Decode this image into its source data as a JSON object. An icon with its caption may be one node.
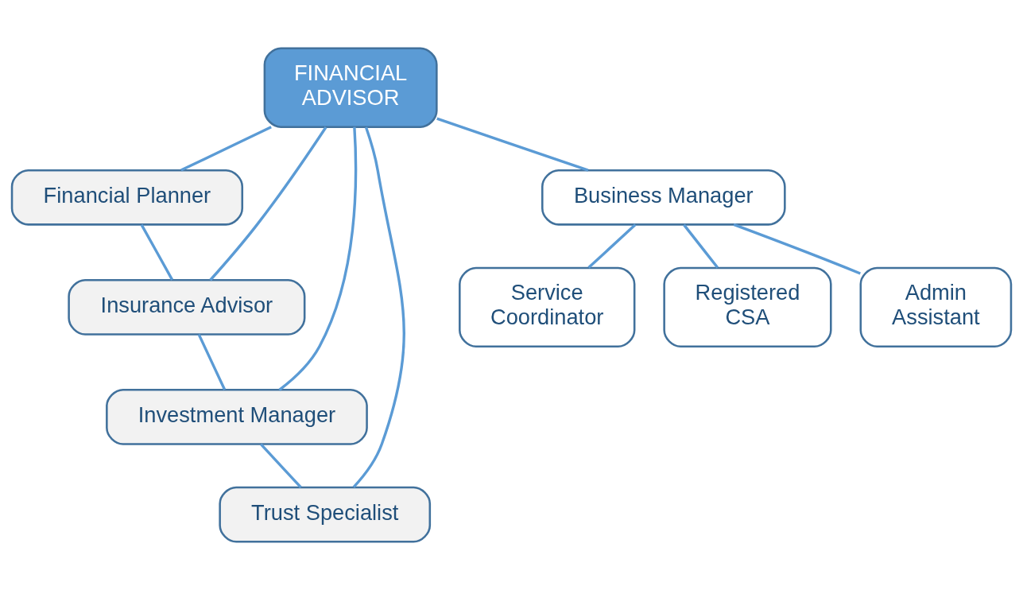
{
  "diagram": {
    "nodes": [
      {
        "text": [
          "FINANCIAL ADVISOR"
        ]
      },
      {
        "text": [
          "Financial Planner"
        ]
      },
      {
        "text": [
          "Insurance Advisor"
        ]
      },
      {
        "text": [
          "Investment Manager"
        ]
      },
      {
        "text": [
          "Trust Specialist"
        ]
      },
      {
        "text": [
          "Business Manager"
        ]
      },
      {
        "text": [
          "Service Coordinator"
        ]
      },
      {
        "text": [
          "Registered CSA"
        ]
      },
      {
        "text": [
          "Admin Assistant"
        ]
      }
    ],
    "edges": [
      {
        "from": 0,
        "to": 1,
        "arrow": "none"
      },
      {
        "from": 0,
        "to": 2,
        "arrow": "none"
      },
      {
        "from": 0,
        "to": 3,
        "arrow": "none"
      },
      {
        "from": 0,
        "to": 4,
        "arrow": "none"
      },
      {
        "from": 1,
        "to": 2,
        "arrow": "none"
      },
      {
        "from": 2,
        "to": 3,
        "arrow": "none"
      },
      {
        "from": 3,
        "to": 4,
        "arrow": "none"
      },
      {
        "from": 0,
        "to": 5,
        "arrow": "none"
      },
      {
        "from": 5,
        "to": 6,
        "arrow": "none"
      },
      {
        "from": 5,
        "to": 7,
        "arrow": "none"
      },
      {
        "from": 5,
        "to": 8,
        "arrow": "none"
      }
    ]
  }
}
